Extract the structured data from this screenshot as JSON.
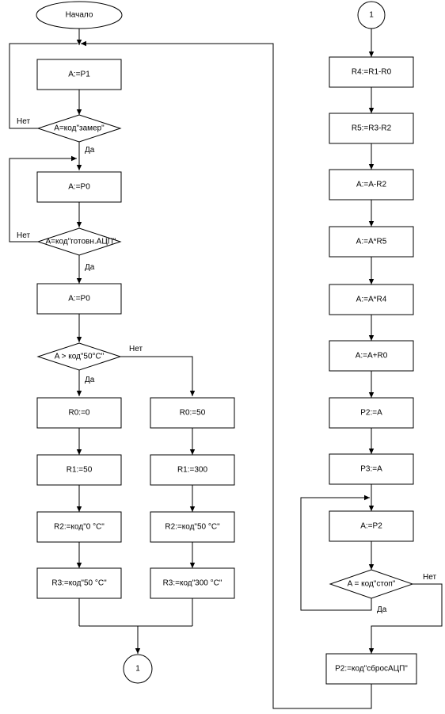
{
  "flowchart": {
    "start": "Начало",
    "connector": "1",
    "left": {
      "readP1": "A:=P1",
      "condZamer": "A=код\"замер\"",
      "readP0a": "A:=P0",
      "condReady": "A=код\"готовн.АЦП\"",
      "readP0b": "A:=P0",
      "condTemp": "A > код\"50°C\""
    },
    "branchYes": {
      "r0": "R0:=0",
      "r1": "R1:=50",
      "r2": "R2:=код\"0 °C\"",
      "r3": "R3:=код\"50 °C\""
    },
    "branchNo": {
      "r0": "R0:=50",
      "r1": "R1:=300",
      "r2": "R2:=код\"50 °C\"",
      "r3": "R3:=код\"300 °C\""
    },
    "right": {
      "r4": "R4:=R1-R0",
      "r5": "R5:=R3-R2",
      "subR2": "A:=A-R2",
      "mulR5": "A:=A*R5",
      "mulR4": "A:=A*R4",
      "addR0": "A:=A+R0",
      "p2": "P2:=A",
      "p3": "P3:=A",
      "readP2": "A:=P2",
      "condStop": "A = код\"стоп\"",
      "reset": "P2:=код\"сбросАЦП\""
    },
    "labels": {
      "yes": "Да",
      "no": "Нет"
    }
  }
}
